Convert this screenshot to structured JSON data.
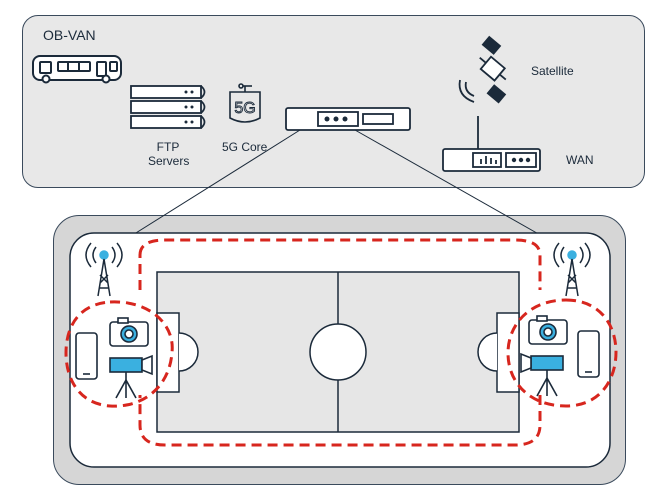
{
  "ob_van": {
    "title": "OB-VAN",
    "ftp_label_line1": "FTP",
    "ftp_label_line2": "Servers",
    "core_label": "5G Core",
    "core_icon_text": "5G",
    "satellite_label": "Satellite",
    "wan_label": "WAN"
  },
  "icons": [
    "bus-icon",
    "server-stack-icon",
    "5g-core-icon",
    "router-icon",
    "satellite-icon",
    "wan-router-icon",
    "cell-tower-icon",
    "camera-icon",
    "video-camera-icon",
    "smartphone-icon"
  ],
  "colors": {
    "outline": "#1b2a3a",
    "accent_blue": "#3ab0e0",
    "dashed_red": "#d7261e",
    "van_bg": "#e8e8e8",
    "stadium_bg": "#d6d6d6",
    "field_bg": "#e6e6e6"
  }
}
